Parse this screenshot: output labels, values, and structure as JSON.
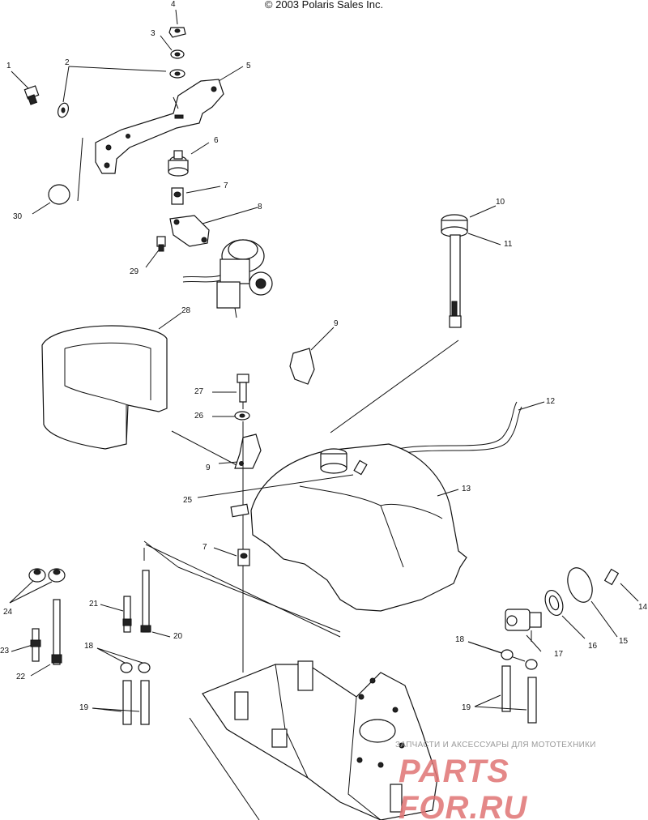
{
  "copyright": "© 2003 Polaris Sales Inc.",
  "callouts": {
    "c1": "1",
    "c2": "2",
    "c3": "3",
    "c4": "4",
    "c5": "5",
    "c6": "6",
    "c7a": "7",
    "c8": "8",
    "c29": "29",
    "c30": "30",
    "c10": "10",
    "c11": "11",
    "c28": "28",
    "c9a": "9",
    "c27": "27",
    "c26": "26",
    "c9b": "9",
    "c12": "12",
    "c13": "13",
    "c25": "25",
    "c7b": "7",
    "c24": "24",
    "c21": "21",
    "c20": "20",
    "c23": "23",
    "c22": "22",
    "c18a": "18",
    "c19a": "19",
    "c18b": "18",
    "c17": "17",
    "c16": "16",
    "c15": "15",
    "c14": "14",
    "c19b": "19"
  },
  "watermark": {
    "tagline": "ЗАПЧАСТИ И АКСЕССУАРЫ ДЛЯ МОТОТЕХНИКИ",
    "brand": "PARTS FOR.RU",
    "color": "#e07474"
  }
}
